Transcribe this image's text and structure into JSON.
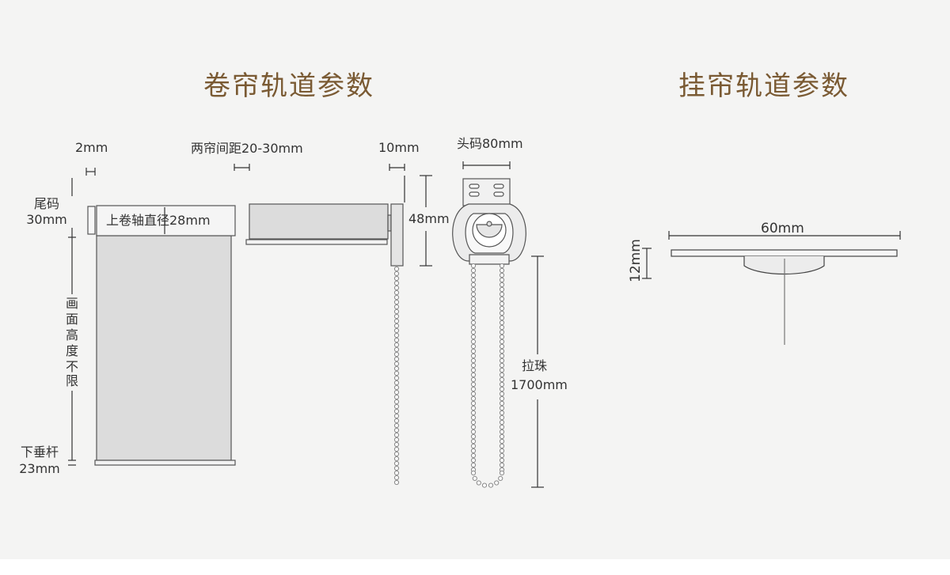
{
  "roller": {
    "title": "卷帘轨道参数",
    "labels": {
      "tail_gap": "2mm",
      "spacing": "两帘间距20-30mm",
      "right_gap": "10mm",
      "head_code": "头码80mm",
      "tail_code_line1": "尾码",
      "tail_code_line2": "30mm",
      "shaft": "上卷轴直径28mm",
      "height_48": "48mm",
      "fabric_height": [
        "画",
        "面",
        "高",
        "度",
        "不",
        "限"
      ],
      "bottom_bar_line1": "下垂杆",
      "bottom_bar_line2": "23mm",
      "chain_line1": "拉珠",
      "chain_line2": "1700mm"
    }
  },
  "hanging": {
    "title": "挂帘轨道参数",
    "labels": {
      "width": "60mm",
      "height": "12mm"
    }
  },
  "colors": {
    "title": "#7a5a33",
    "background": "#f4f4f3",
    "line": "#333333"
  }
}
